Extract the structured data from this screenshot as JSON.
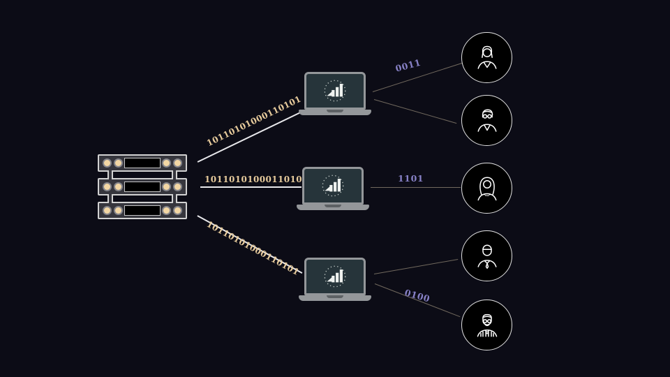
{
  "diagram": {
    "description_colors": {
      "background": "#0c0c16",
      "binary_long_text": "#e7cb9c",
      "binary_short_text": "#8781c6",
      "primary_line": "#e9e9ec",
      "secondary_line": "#71695e",
      "server_body": "#36363d",
      "server_border": "#d2d2d2",
      "server_led": "#f3d7a4",
      "laptop_frame": "#94979a",
      "laptop_screen": "#26343a",
      "avatar_stroke": "#ffffff"
    },
    "links": {
      "server_laptop_1": {
        "label": "10110101000110101"
      },
      "server_laptop_2": {
        "label": "10110101000110101"
      },
      "server_laptop_3": {
        "label": "10110101000110101"
      },
      "laptop1_user1": {
        "label": "0011"
      },
      "laptop2_user3": {
        "label": "1101"
      },
      "laptop3_user5": {
        "label": "0100"
      }
    },
    "nodes": {
      "server": {
        "icon": "server-rack-icon",
        "units": 3
      },
      "laptops": [
        {
          "icon": "laptop-bar-chart-icon"
        },
        {
          "icon": "laptop-bar-chart-icon"
        },
        {
          "icon": "laptop-bar-chart-icon"
        }
      ],
      "users": [
        {
          "icon": "businesswoman-icon"
        },
        {
          "icon": "man-glasses-icon"
        },
        {
          "icon": "woman-long-hair-icon"
        },
        {
          "icon": "man-suit-tie-icon"
        },
        {
          "icon": "older-man-glasses-icon"
        }
      ]
    }
  }
}
